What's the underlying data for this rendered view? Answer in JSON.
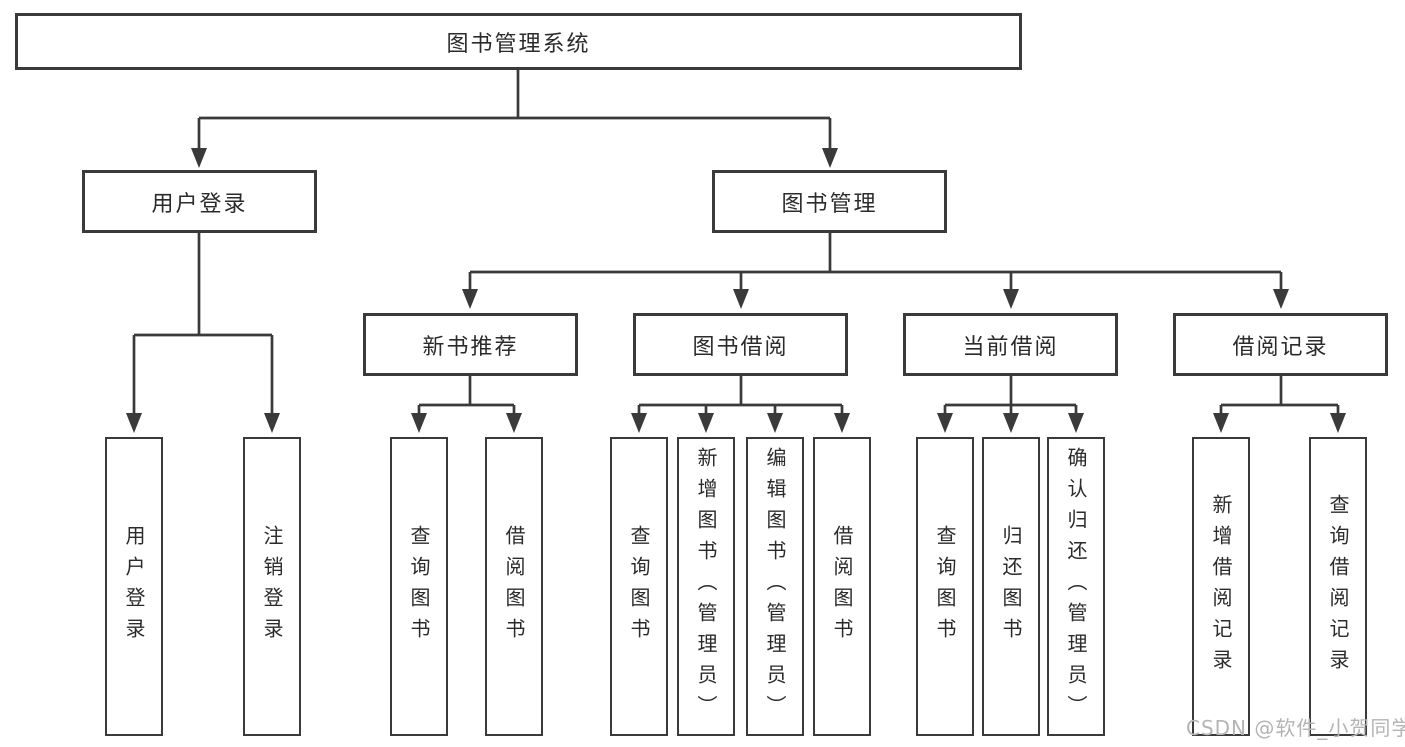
{
  "colors": {
    "background": "#ffffff",
    "line": "#3a3a3a",
    "text": "#2b2b2b",
    "watermark": "#b4b4b4"
  },
  "tree": {
    "root": "图书管理系统",
    "branches": [
      {
        "label": "用户登录",
        "children": [
          "用户登录",
          "注销登录"
        ]
      },
      {
        "label": "图书管理",
        "children": [
          {
            "label": "新书推荐",
            "children": [
              "查询图书",
              "借阅图书"
            ]
          },
          {
            "label": "图书借阅",
            "children": [
              "查询图书",
              "新增图书（管理员）",
              "编辑图书（管理员）",
              "借阅图书"
            ]
          },
          {
            "label": "当前借阅",
            "children": [
              "查询图书",
              "归还图书",
              "确认归还（管理员）"
            ]
          },
          {
            "label": "借阅记录",
            "children": [
              "新增借阅记录",
              "查询借阅记录"
            ]
          }
        ]
      }
    ]
  },
  "watermark": {
    "text": "CSDN @软件_小贺同学"
  }
}
